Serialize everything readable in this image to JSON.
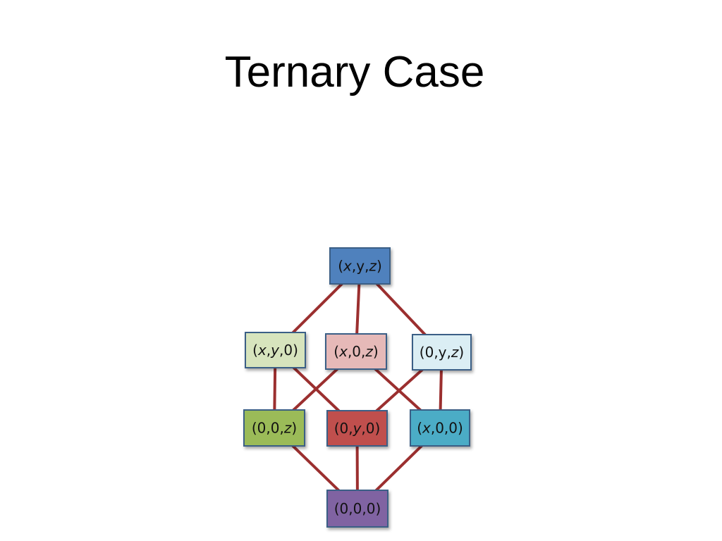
{
  "slide": {
    "title": "Ternary Case"
  },
  "diagram": {
    "edge_color": "#9b2f2f",
    "node_border": "#3a5f86",
    "nodes": [
      {
        "id": "xyz",
        "label_parts": [
          {
            "t": "(",
            "i": false
          },
          {
            "t": "x",
            "i": true
          },
          {
            "t": ",y,",
            "i": false
          },
          {
            "t": "z",
            "i": true
          },
          {
            "t": ")",
            "i": false
          }
        ],
        "fill": "#4f81bd"
      },
      {
        "id": "xy0",
        "label_parts": [
          {
            "t": "(",
            "i": false
          },
          {
            "t": "x",
            "i": true
          },
          {
            "t": ",",
            "i": false
          },
          {
            "t": "y",
            "i": true
          },
          {
            "t": ",0)",
            "i": false
          }
        ],
        "fill": "#d7e4bd"
      },
      {
        "id": "x0z",
        "label_parts": [
          {
            "t": "(",
            "i": false
          },
          {
            "t": "x",
            "i": true
          },
          {
            "t": ",0,",
            "i": false
          },
          {
            "t": "z",
            "i": true
          },
          {
            "t": ")",
            "i": false
          }
        ],
        "fill": "#e6b9b8"
      },
      {
        "id": "0yz",
        "label_parts": [
          {
            "t": "(0,y,",
            "i": false
          },
          {
            "t": "z",
            "i": true
          },
          {
            "t": ")",
            "i": false
          }
        ],
        "fill": "#dbeef4"
      },
      {
        "id": "00z",
        "label_parts": [
          {
            "t": "(0,0,",
            "i": false
          },
          {
            "t": "z",
            "i": true
          },
          {
            "t": ")",
            "i": false
          }
        ],
        "fill": "#9bbb59"
      },
      {
        "id": "0y0",
        "label_parts": [
          {
            "t": "(0,",
            "i": false
          },
          {
            "t": "y",
            "i": true
          },
          {
            "t": ",0)",
            "i": false
          }
        ],
        "fill": "#c0504d"
      },
      {
        "id": "x00",
        "label_parts": [
          {
            "t": "(",
            "i": false
          },
          {
            "t": "x",
            "i": true
          },
          {
            "t": ",0,0)",
            "i": false
          }
        ],
        "fill": "#4bacc6"
      },
      {
        "id": "000",
        "label_parts": [
          {
            "t": "(0,0,0)",
            "i": false
          }
        ],
        "fill": "#8064a2"
      }
    ],
    "edges": [
      [
        "xyz",
        "xy0"
      ],
      [
        "xyz",
        "x0z"
      ],
      [
        "xyz",
        "0yz"
      ],
      [
        "xy0",
        "00z"
      ],
      [
        "xy0",
        "0y0"
      ],
      [
        "x0z",
        "00z"
      ],
      [
        "x0z",
        "x00"
      ],
      [
        "0yz",
        "0y0"
      ],
      [
        "0yz",
        "x00"
      ],
      [
        "00z",
        "000"
      ],
      [
        "0y0",
        "000"
      ],
      [
        "x00",
        "000"
      ]
    ]
  }
}
